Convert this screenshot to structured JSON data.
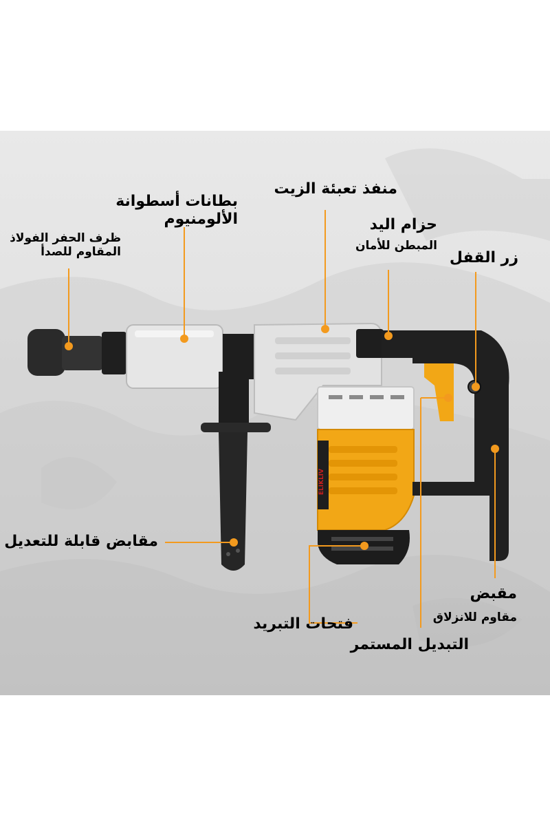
{
  "brand_logo": "ELIKLIV",
  "labels": {
    "tip_line1": "ظرف الحفر الفولاذ",
    "tip_line2": "المقاوم للصدأ",
    "liner_line1": "بطانات أسطوانة",
    "liner_line2": "الألومنيوم",
    "oil_port": "منفذ تعبئة الزيت",
    "strap_line1": "حزام اليد",
    "strap_line2": "المبطن للأمان",
    "lock_button": "زر القفل",
    "adjustable_handles": "مقابض قابلة للتعديل",
    "cooling_vents": "فتحات التبريد",
    "continuous_switch": "التبديل المستمر",
    "grip_line1": "مقبض",
    "grip_line2": "مقاوم للانزلاق"
  },
  "colors": {
    "accent": "#f39a1e",
    "body_yellow": "#f2a716",
    "body_black": "#222222",
    "body_silver": "#e4e4e4"
  }
}
